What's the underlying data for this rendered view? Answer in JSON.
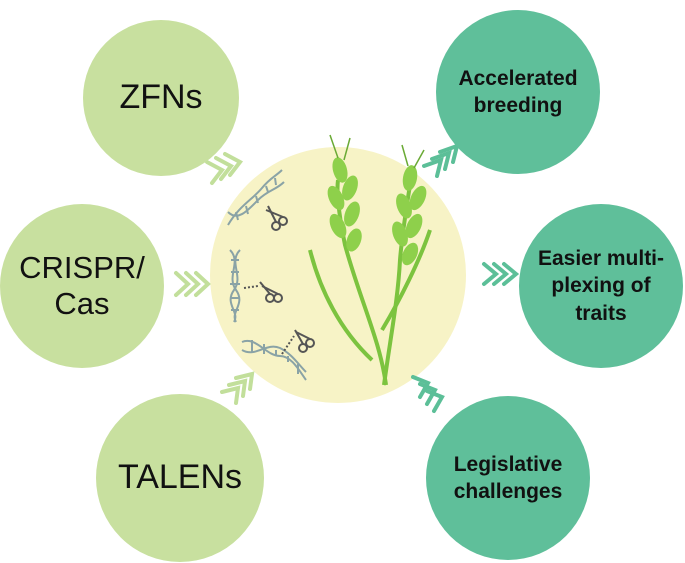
{
  "tools": [
    {
      "id": "zfns",
      "lines": [
        "ZFNs"
      ]
    },
    {
      "id": "crispr",
      "lines": [
        "CRISPR/",
        "Cas"
      ]
    },
    {
      "id": "talens",
      "lines": [
        "TALENs"
      ]
    }
  ],
  "outcomes": [
    {
      "id": "breeding",
      "lines": [
        "Accelerated",
        "breeding"
      ]
    },
    {
      "id": "multiplexing",
      "lines": [
        "Easier multi-",
        "plexing of",
        "traits"
      ]
    },
    {
      "id": "legislative",
      "lines": [
        "Legislative",
        "challenges"
      ]
    }
  ],
  "colors": {
    "tool_bubble": "#c8e09f",
    "outcome_bubble": "#5fbf9a",
    "center_circle": "#f7f3c6",
    "input_arrow": "#c2df9b",
    "output_arrow": "#5cbf98",
    "wheat": "#7cc33f",
    "dna": "#8aa3a6"
  },
  "icons": [
    "chevron-arrow-icon",
    "dna-helix-icon",
    "scissors-icon",
    "wheat-plant-icon"
  ]
}
